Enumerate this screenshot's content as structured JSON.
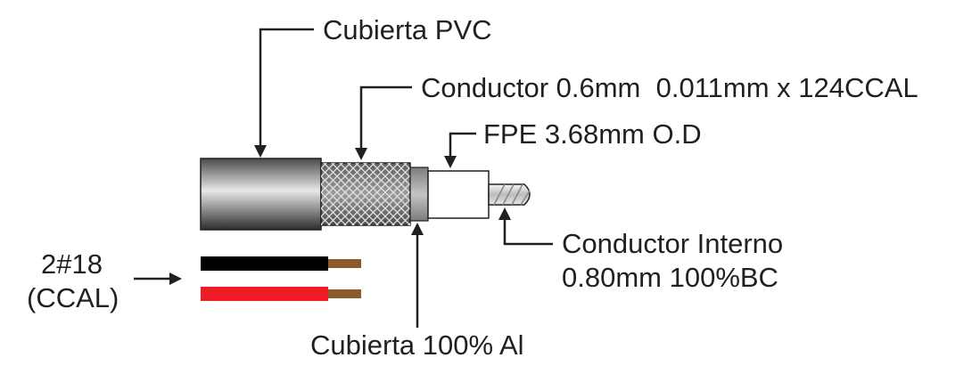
{
  "labels": {
    "cubierta_pvc": "Cubierta PVC",
    "conductor_braid": "Conductor 0.6mm  0.011mm x 124CCAL",
    "fpe": "FPE 3.68mm O.D",
    "conductor_interno_line1": "Conductor Interno",
    "conductor_interno_line2": "0.80mm 100%BC",
    "power_line1": "2#18",
    "power_line2": "(CCAL)",
    "cubierta_al": "Cubierta 100% Al"
  },
  "colors": {
    "jacket_dark": "#3a3a3a",
    "jacket_light": "#e6e6e6",
    "braid_base": "#7a7a7a",
    "braid_mesh": "#d8d8d8",
    "foil": "#9a9a9a",
    "dielectric": "#ffffff",
    "center_conductor": "#bdbdbd",
    "wire_black": "#000000",
    "wire_red": "#ee1c25",
    "copper": "#8b5a2b",
    "line": "#231f20"
  }
}
